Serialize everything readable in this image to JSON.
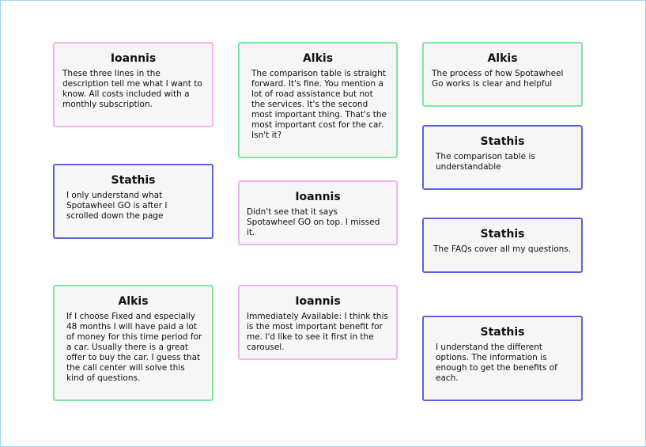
{
  "cards": [
    {
      "name": "Ioannis",
      "text": "These three lines in the description tell me what I want to know. All costs included with a monthly subscription."
    },
    {
      "name": "Alkis",
      "text": "The comparison table is straight forward. It's fine. You mention a lot of road assistance but not the services. It's the second most important thing. That's the most important cost for the car. Isn't it?"
    },
    {
      "name": "Alkis",
      "text": "The process of how Spotawheel Go works is clear and helpful"
    },
    {
      "name": "Stathis",
      "text": "The comparison table is understandable"
    },
    {
      "name": "Stathis",
      "text": "I only understand what Spotawheel GO is after I scrolled down the page"
    },
    {
      "name": "Ioannis",
      "text": "Didn't see that it says Spotawheel GO on top. I missed it."
    },
    {
      "name": "Stathis",
      "text": "The FAQs cover all my questions."
    },
    {
      "name": "Alkis",
      "text": "If I choose Fixed and especially 48 months I will have paid a lot of money for this time period for a car. Usually there is a great offer to buy the car. I guess that the call center will solve this kind of questions."
    },
    {
      "name": "Ioannis",
      "text": "Immediately Available: I think this is the most important benefit for me. I'd like to see it first in the carousel."
    },
    {
      "name": "Stathis",
      "text": "I understand the different options. The information is enough to get the benefits of each."
    }
  ]
}
